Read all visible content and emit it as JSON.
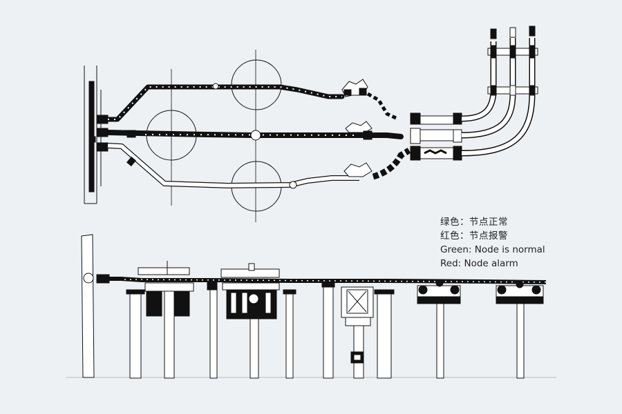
{
  "legend": {
    "green_cn": "绿色：节点正常",
    "red_cn": "红色：节点报警",
    "green_en": "Green: Node is normal",
    "red_en": "Red: Node alarm"
  },
  "colors": {
    "background": "#eef1f4",
    "line": "#111111",
    "pipe_fill": "#ffffff",
    "node_normal": "green",
    "node_alarm": "red"
  }
}
